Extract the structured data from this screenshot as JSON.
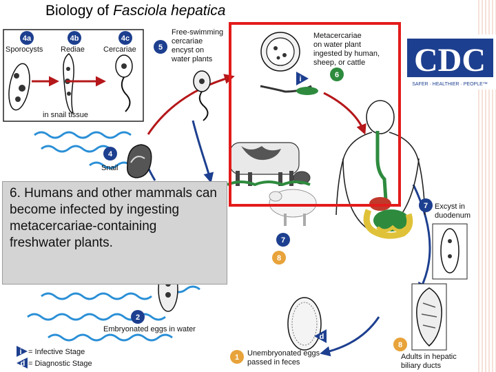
{
  "slide": {
    "title_prefix": "Biology of ",
    "title_species": "Fasciola hepatica",
    "caption": "6. Humans and other mammals can become infected by ingesting metacercariae-containing freshwater plants."
  },
  "cdc": {
    "logo_text": "CDC",
    "tagline": "SAFER · HEALTHIER · PEOPLE™"
  },
  "stages": {
    "s4a": {
      "badge": "4a",
      "label": "Sporocysts"
    },
    "s4b": {
      "badge": "4b",
      "label": "Rediae"
    },
    "s4c": {
      "badge": "4c",
      "label": "Cercariae"
    },
    "tissue": "in snail tissue",
    "s5": {
      "badge": "5",
      "lines": [
        "Free-swimming",
        "cercariae",
        "encyst on",
        "water plants"
      ]
    },
    "s6": {
      "badge": "6",
      "lines": [
        "Metacercariae",
        "on water plant",
        "ingested by human,",
        "sheep, or cattle"
      ]
    },
    "s4": {
      "badge": "4",
      "label": "Snail"
    },
    "s7": {
      "badge": "7",
      "lines": [
        "Excyst in",
        "duodenum"
      ]
    },
    "s7b": {
      "badge": "7"
    },
    "s8b": {
      "badge": "8"
    },
    "s8": {
      "badge": "8",
      "lines": [
        "Adults in hepatic",
        "biliary ducts"
      ]
    },
    "s1": {
      "badge": "1",
      "lines": [
        "Unembryonated eggs",
        "passed in feces"
      ]
    },
    "s2": {
      "badge": "2",
      "label": "Embryonated eggs in water"
    },
    "i_badge": "i",
    "d_badge": "d"
  },
  "legend": {
    "infective_badge": "i",
    "infective": "= Infective Stage",
    "diagnostic_badge": "d",
    "diagnostic": "= Diagnostic Stage"
  },
  "colors": {
    "highlight": "#e31b1b",
    "badge_blue": "#1d3f8f",
    "badge_orange": "#e8a33a",
    "arrow": "#b5171a",
    "cdc_blue": "#1d3f8f",
    "caption_bg": "#d4d4d4"
  }
}
